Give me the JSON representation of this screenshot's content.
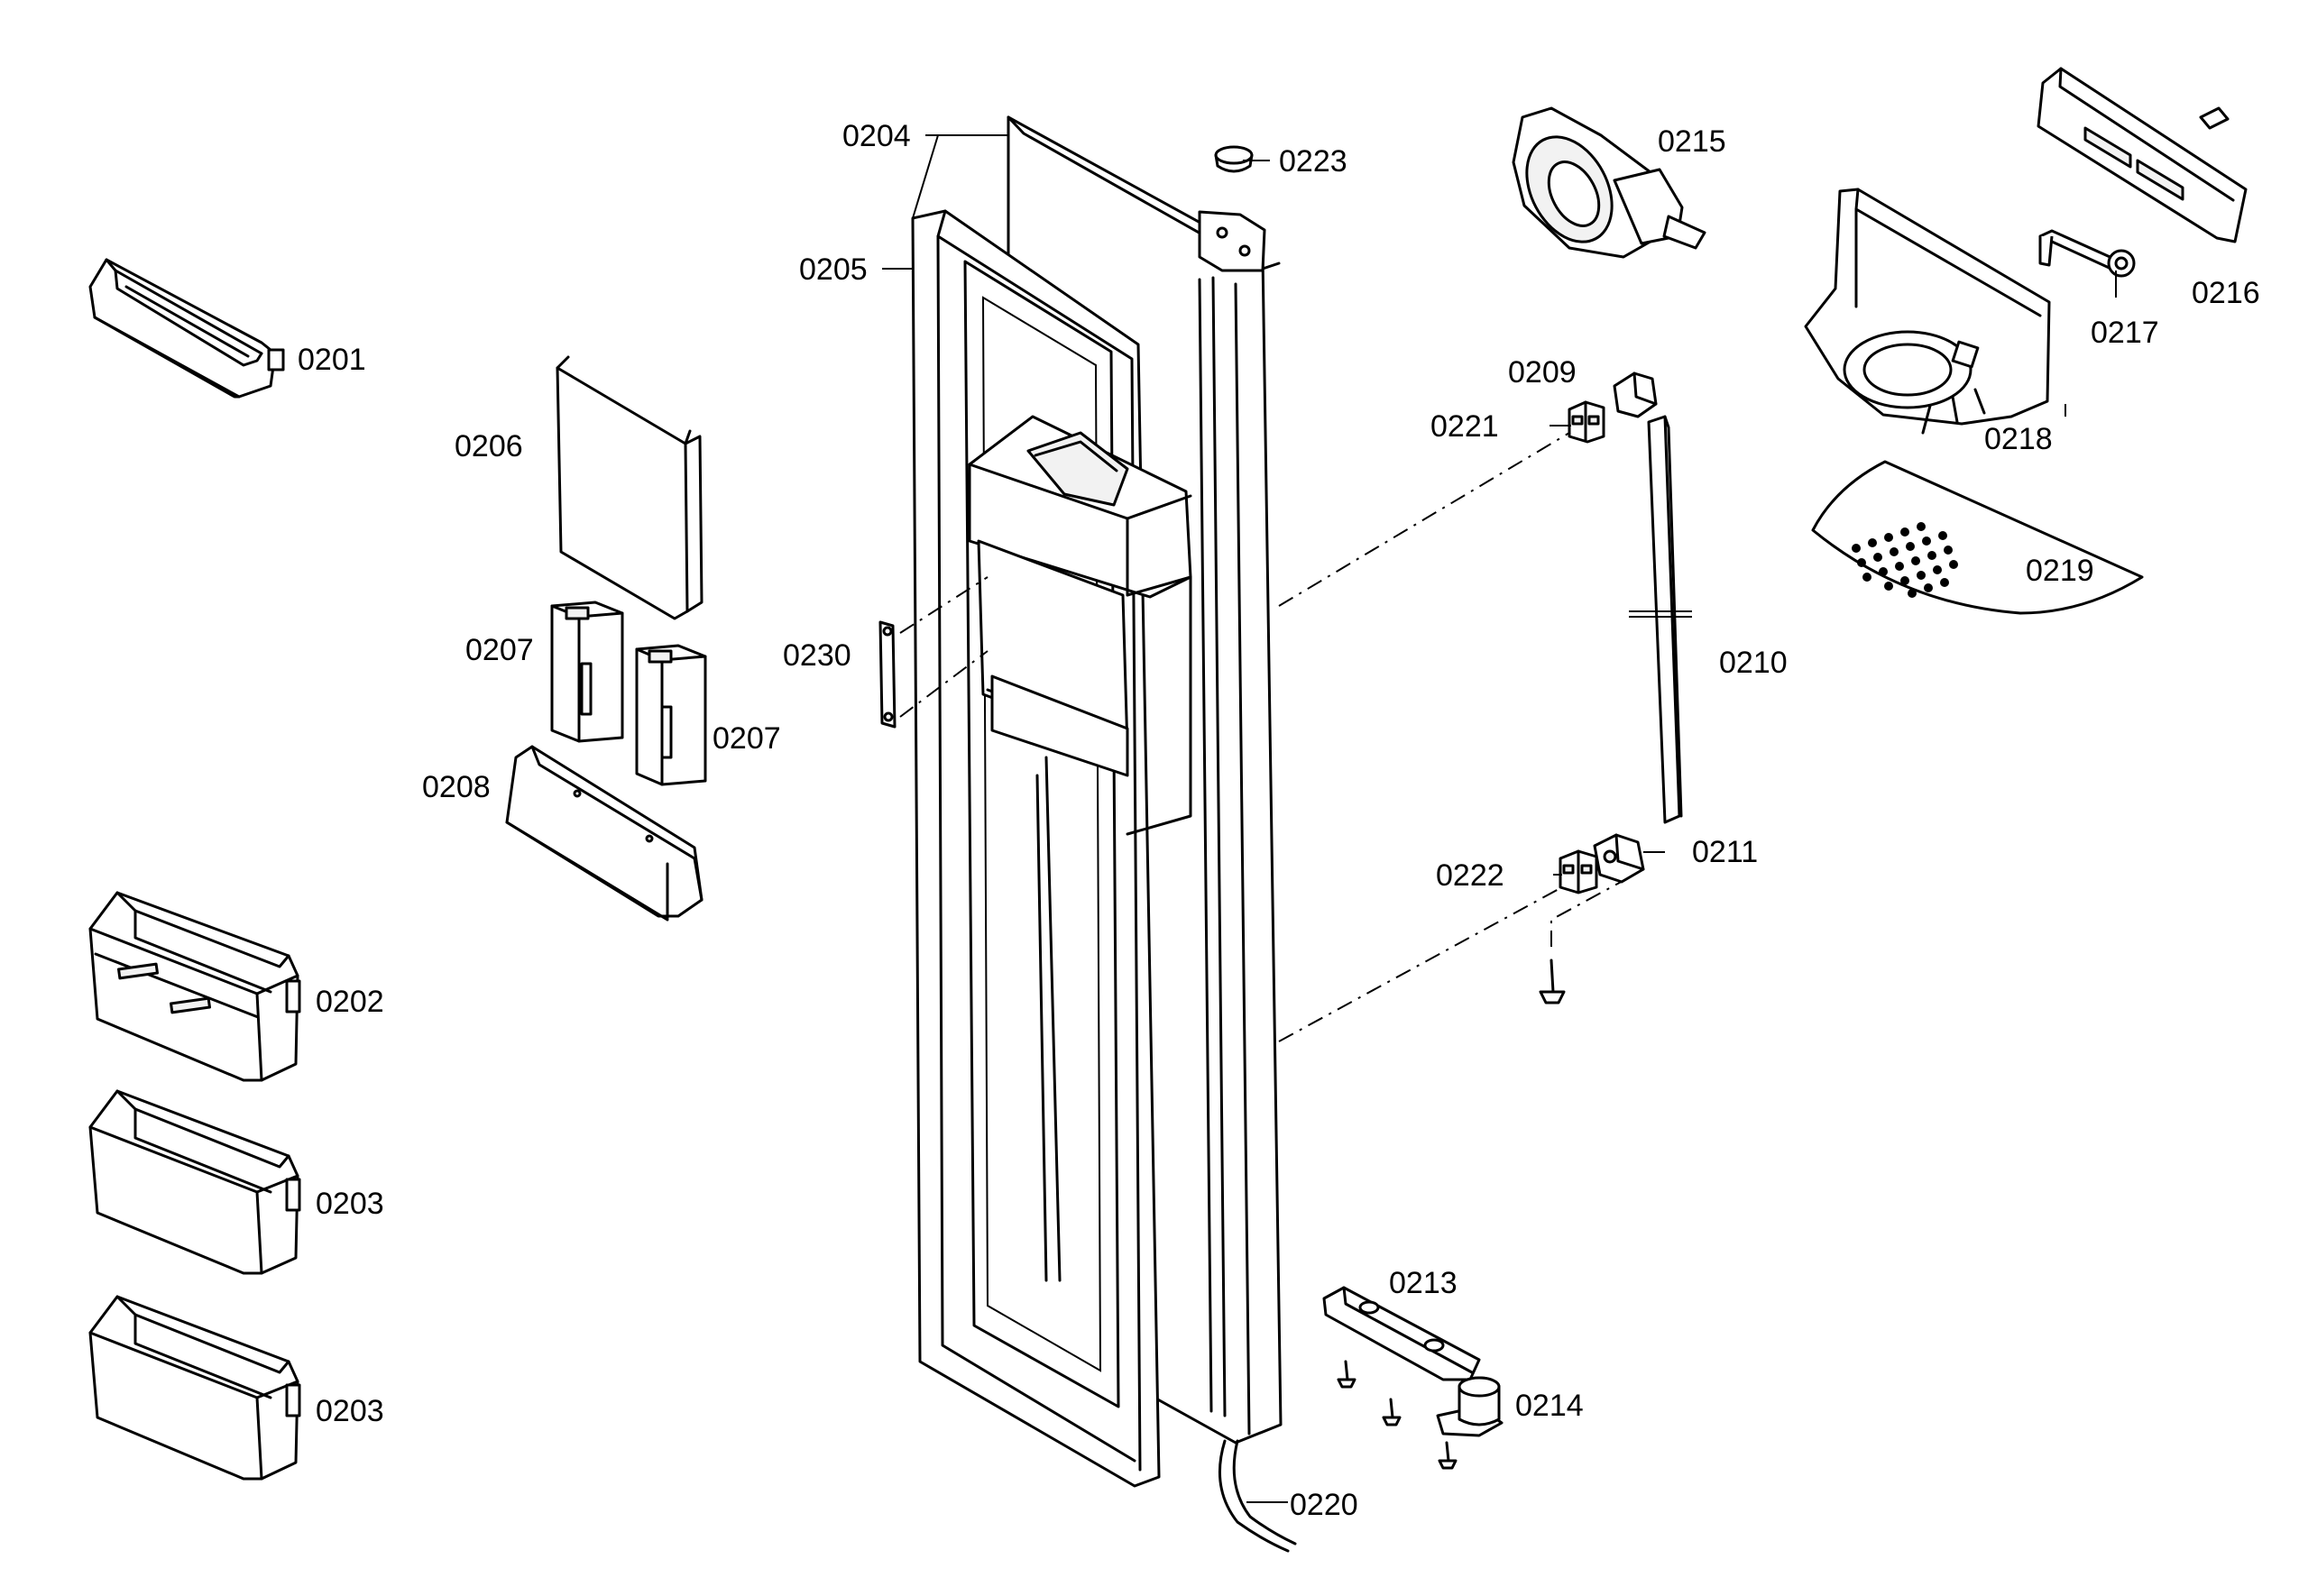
{
  "labels": {
    "p0201": "0201",
    "p0202": "0202",
    "p0203a": "0203",
    "p0203b": "0203",
    "p0204": "0204",
    "p0205": "0205",
    "p0206": "0206",
    "p0207a": "0207",
    "p0207b": "0207",
    "p0208": "0208",
    "p0209": "0209",
    "p0210": "0210",
    "p0211": "0211",
    "p0213": "0213",
    "p0214": "0214",
    "p0215": "0215",
    "p0216": "0216",
    "p0217": "0217",
    "p0218": "0218",
    "p0219": "0219",
    "p0220": "0220",
    "p0221": "0221",
    "p0222": "0222",
    "p0223": "0223",
    "p0230": "0230"
  }
}
